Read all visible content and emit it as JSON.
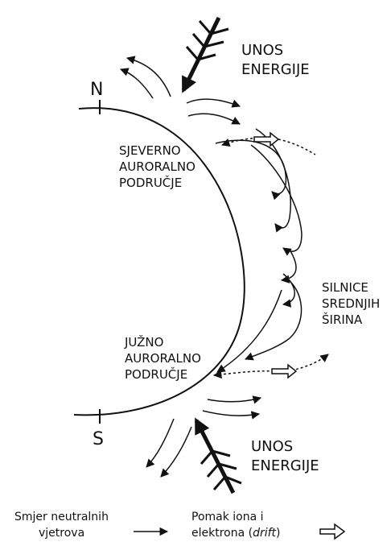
{
  "poles": {
    "north": "N",
    "south": "S"
  },
  "energy_input": {
    "top": [
      "UNOS",
      "ENERGIJE"
    ],
    "bottom": [
      "UNOS",
      "ENERGIJE"
    ]
  },
  "regions": {
    "north": [
      "SJEVERNO",
      "AURORALNO",
      "PODRUČJE"
    ],
    "south": [
      "JUŽNO",
      "AURORALNO",
      "PODRUČJE"
    ]
  },
  "field_lines_label": [
    "SILNICE",
    "SREDNJIH",
    "ŠIRINA"
  ],
  "legend": {
    "wind": [
      "Smjer neutralnih",
      "vjetrova"
    ],
    "drift_prefix": [
      "Pomak iona i",
      "elektrona ("
    ],
    "drift_italic": "drift",
    "drift_suffix": ")"
  },
  "colors": {
    "ink": "#111111",
    "background": "#ffffff"
  }
}
